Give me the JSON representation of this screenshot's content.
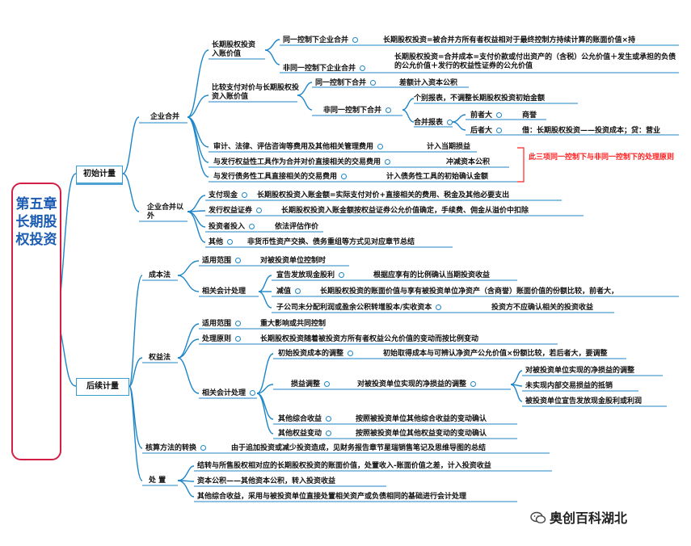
{
  "root": {
    "title": "第五章 长期股权投资"
  },
  "sections": {
    "initial": "初始计量",
    "subsequent": "后续计量"
  },
  "initial": {
    "merger": "企业合并",
    "merger_cost": "长期股权投资入账价值",
    "same_control": "同一控制下企业合并",
    "same_control_formula": "长期股权投资=被合并方所有者权益相对于最终控制方持续计算的账面价值×持",
    "diff_control": "非同一控制下企业合并",
    "diff_control_formula": "长期股权投资=合并成本=支付价款或付出资产的（含税）公允价值＋发生或承担的负债的公允价值＋发行的权益性证券的公允价值",
    "compare": "比较支付对价与长期股权投资入账价值",
    "cmp_same": "同一控制下合并",
    "cmp_same_result": "差额计入资本公积",
    "cmp_diff": "非同一控制下合并",
    "individual": "个别报表，不调整长期股权投资初始金额",
    "consolidated": "合并报表",
    "former_larger": "前者大",
    "goodwill": "商誉",
    "latter_larger": "后者大",
    "latter_result": "借：长期股权投资——投资成本；贷：营业",
    "audit_fees": "审计、法律、评估咨询等费用及其他相关管理费用",
    "audit_fees_result": "计入当期损益",
    "equity_fees": "与发行权益性工具作为合并对价直接相关的交易费用",
    "equity_fees_result": "冲减资本公积",
    "debt_fees": "与发行债务性工具直接相关的交易费用",
    "debt_fees_result": "计入债务性工具的初始确认金额",
    "note": "此三项同一控制下与非同一控制下的处理原则",
    "non_merger": "企业合并以外",
    "cash": "支付现金",
    "cash_result": "长期股权投资入账金额=实际支付对价+直接相关的费用、税金及其他必要支出",
    "issue_equity": "发行权益证券",
    "issue_equity_result": "长期股权投资入账金额按权益证券公允价值确定，手续费、佣金从溢价中扣除",
    "investor_input": "投资者投入",
    "investor_input_result": "依法评估作价",
    "others": "其他",
    "others_result": "非货币性资产交换、债务重组等方式见对应章节总结"
  },
  "subsequent": {
    "cost_method": "成本法",
    "scope": "适用范围",
    "cost_scope": "对被投资单位控制时",
    "cost_accounting": "相关会计处理",
    "dividend": "宣告发放现金股利",
    "dividend_result": "根据应享有的比例确认当期投资收益",
    "impairment": "减值",
    "impairment_result": "长期股权投资的账面价值与享有被投资单位净资产（含商誉）账面价值的份额比较，前者大，",
    "sub_co": "子公司未分配利润或盈余公积转增股本/实收资本",
    "sub_co_result": "投资方不应确认相关的投资收益",
    "equity_method": "权益法",
    "equity_scope": "重大影响或共同控制",
    "principle": "处理原则",
    "principle_text": "长期股权投资随着被投资方所有者权益公允价值的变动而按比例变动",
    "equity_accounting": "相关会计处理",
    "initial_adjust": "初始投资成本的调整",
    "initial_adjust_text": "初始取得成本与可辨认净资产公允价值×份额比较，若后者大，要调整",
    "pl_adjust": "损益调整",
    "pl_adjust_text": "对被投资单位实现的净损益的调整",
    "pl_item1": "对被投资单位实现的净损益的调整",
    "pl_item2": "未实现内部交易损益的抵销",
    "pl_item3": "被投资单位宣告发放现金股利或利润",
    "oci": "其他综合收益",
    "oci_text": "按照被投资单位其他综合收益的变动确认",
    "other_equity": "其他权益变动",
    "other_equity_text": "按照被投资单位其他权益变动的变动确认",
    "conversion": "核算方法的转换",
    "conversion_text": "由于追加投资或减少投资造成，见财务报告章节星瑞销售笔记及思维导图的总结",
    "disposal": "处 置",
    "disposal_1": "结转与所售股权相对应的长期股权投资的账面价值，处置收入-账面价值之差，计入投资收益",
    "disposal_2": "资本公积——其他资本公积，转入投资收益",
    "disposal_3": "其他综合收益，采用与被投资单位直接处置相关资产或负债相同的基础进行会计处理"
  },
  "watermark": "奥创百科湖北",
  "colors": {
    "branch": "#1e86c8",
    "root_border": "#d31f45",
    "root_text": "#1c5db3",
    "note": "#ff2222"
  }
}
